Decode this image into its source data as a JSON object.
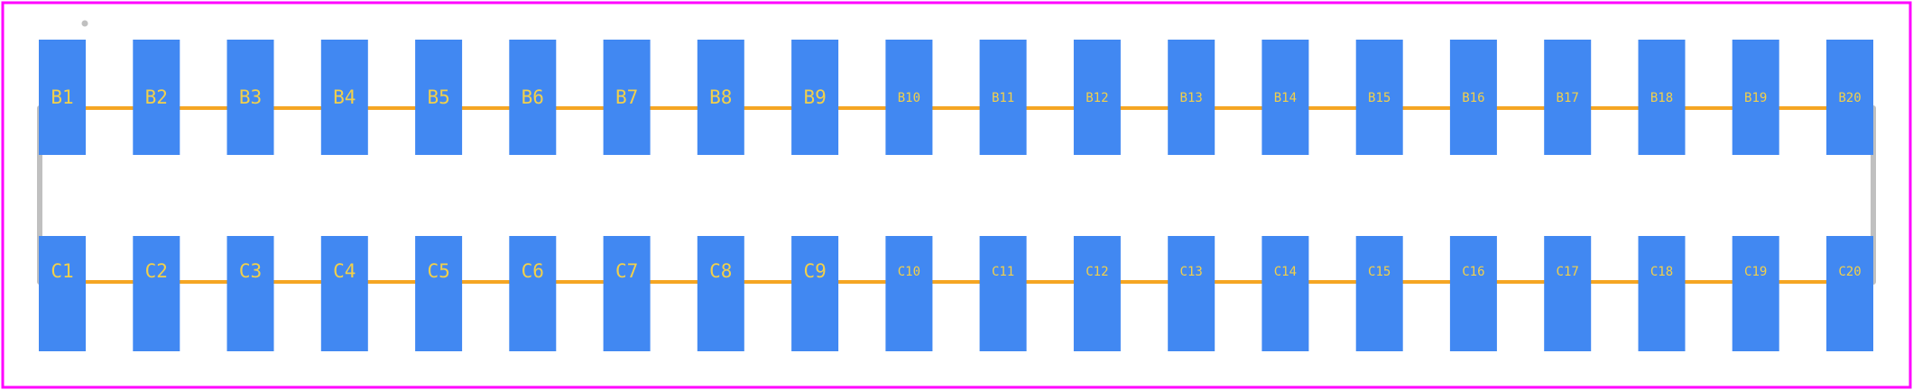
{
  "colors": {
    "background": "#ffffff",
    "board_outline": "#ff00ff",
    "pad_fill": "#4188f2",
    "trace": "#f5a623",
    "silkscreen": "#c0c0c0",
    "pad_label": "#f2d04a"
  },
  "rows": [
    {
      "name": "row-b",
      "pins": [
        "B1",
        "B2",
        "B3",
        "B4",
        "B5",
        "B6",
        "B7",
        "B8",
        "B9",
        "B10",
        "B11",
        "B12",
        "B13",
        "B14",
        "B15",
        "B16",
        "B17",
        "B18",
        "B19",
        "B20"
      ]
    },
    {
      "name": "row-c",
      "pins": [
        "C1",
        "C2",
        "C3",
        "C4",
        "C5",
        "C6",
        "C7",
        "C8",
        "C9",
        "C10",
        "C11",
        "C12",
        "C13",
        "C14",
        "C15",
        "C16",
        "C17",
        "C18",
        "C19",
        "C20"
      ]
    }
  ]
}
